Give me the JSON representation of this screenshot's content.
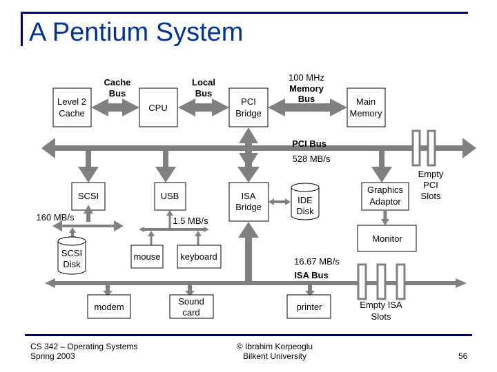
{
  "slide": {
    "title": "A Pentium System",
    "footer": {
      "course": "CS 342 – Operating Systems",
      "term": "Spring 2003",
      "author": "© Ibrahim Korpeoglu",
      "institution": "Bilkent University",
      "page_number": "56"
    }
  },
  "diagram": {
    "components": {
      "l2_cache": [
        "Level 2",
        "Cache"
      ],
      "cpu": [
        "CPU"
      ],
      "pci_bridge": [
        "PCI",
        "Bridge"
      ],
      "main_memory": [
        "Main",
        "Memory"
      ],
      "scsi": [
        "SCSI"
      ],
      "usb": [
        "USB"
      ],
      "isa_bridge": [
        "ISA",
        "Bridge"
      ],
      "ide_disk": [
        "IDE",
        "Disk"
      ],
      "graphics_adaptor": [
        "Graphics",
        "Adaptor"
      ],
      "monitor": [
        "Monitor"
      ],
      "scsi_disk": [
        "SCSI",
        "Disk"
      ],
      "mouse": [
        "mouse"
      ],
      "keyboard": [
        "keyboard"
      ],
      "modem": [
        "modem"
      ],
      "sound_card": [
        "Sound",
        "card"
      ],
      "printer": [
        "printer"
      ]
    },
    "bus_labels": {
      "cache_bus": [
        "Cache",
        "Bus"
      ],
      "local_bus": [
        "Local",
        "Bus"
      ],
      "memory_bus_speed": "100 MHz",
      "memory_bus": [
        "Memory",
        "Bus"
      ],
      "pci_bus": "PCI Bus",
      "pci_bus_speed": "528 MB/s",
      "scsi_speed": "160 MB/s",
      "usb_speed": "1.5 MB/s",
      "isa_bus_speed": "16.67 MB/s",
      "isa_bus": "ISA Bus"
    },
    "slot_labels": {
      "empty_pci_slots": [
        "Empty",
        "PCI",
        "Slots"
      ],
      "empty_isa_slots": [
        "Empty ISA",
        "Slots"
      ]
    },
    "slot_counts": {
      "pci": 2,
      "isa": 3
    }
  }
}
